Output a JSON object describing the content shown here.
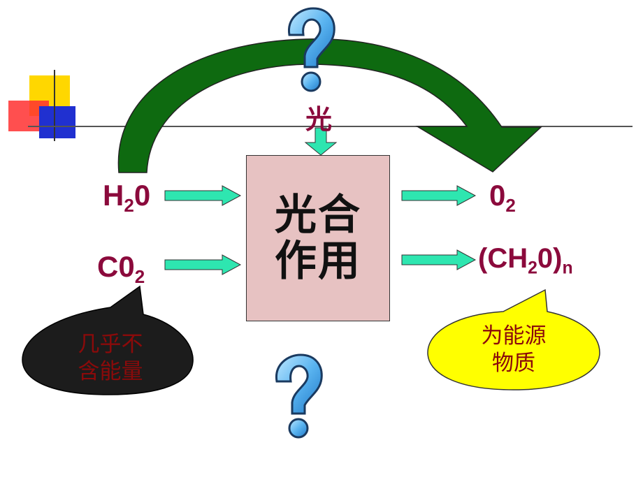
{
  "labels": {
    "light": "光",
    "water_main": "H",
    "water_sub": "2",
    "water_tail": "0",
    "co2_main": "C0",
    "co2_sub": "2",
    "o2_main": "0",
    "o2_sub": "2",
    "ch2o_a": "(CH",
    "ch2o_b": "2",
    "ch2o_c": "0)",
    "ch2o_n": "n"
  },
  "process": {
    "line1": "光合",
    "line2": "作用"
  },
  "bubbles": {
    "left_line1": "几乎不",
    "left_line2": "含能量",
    "right_line1": "为能源",
    "right_line2": "物质"
  },
  "colors": {
    "label": "#8b0a3c",
    "arrow_fill": "#2ee6b0",
    "curve_fill": "#0e6a10",
    "box_fill": "#e7c2c2",
    "left_bubble": "#1c1c1c",
    "left_bubble_text": "#8b0a0a",
    "right_bubble": "#ffff00",
    "right_bubble_text": "#8b0a0a",
    "question_mark": "#5ab4f0"
  },
  "icons": [
    "question-mark-icon",
    "question-mark-icon"
  ]
}
